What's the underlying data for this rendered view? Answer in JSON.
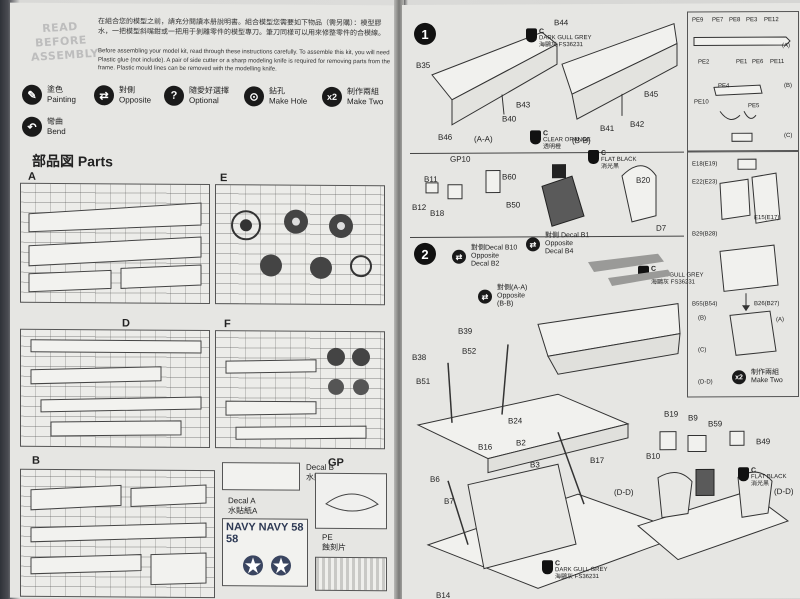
{
  "left": {
    "read_before": [
      "READ",
      "BEFORE",
      "ASSEMBLY"
    ],
    "intro_cn": "在組合您的模型之前，請充分閱讀本册說明書。組合模型您需要如下物品（需另購）：模型膠水，一把模型斜嘴鉗或一把用于剝離零件的模型專刀。筆刀同樣可以用來修整零件的合模線。",
    "intro_en": "Before assembling your model kit, read through these instructions carefully. To assemble this kit, you will need Plastic glue (not include). A pair of side cutter or a sharp modeling knife is required for removing parts from the frame. Plastic mould lines can be removed with the modelling knife.",
    "legend": [
      {
        "name": "painting",
        "glyph": "✎",
        "cn": "塗色",
        "en": "Painting"
      },
      {
        "name": "opposite",
        "glyph": "⇄",
        "cn": "對側",
        "en": "Opposite"
      },
      {
        "name": "optional",
        "glyph": "?",
        "cn": "隨愛好選擇",
        "en": "Optional"
      },
      {
        "name": "make-hole",
        "glyph": "⊙",
        "cn": "鉆孔",
        "en": "Make Hole"
      },
      {
        "name": "make-two",
        "glyph": "x2",
        "cn": "制作兩組",
        "en": "Make Two"
      },
      {
        "name": "bend",
        "glyph": "↶",
        "cn": "彎曲",
        "en": "Bend"
      }
    ],
    "parts_title": "部品図 Parts",
    "sprues": {
      "a": "A",
      "e": "E",
      "d": "D",
      "f": "F",
      "b": "B",
      "gp": "GP"
    },
    "decal_b": {
      "en": "Decal B",
      "cn": "水貼紙B"
    },
    "decal_a": {
      "en": "Decal A",
      "cn": "水貼紙A"
    },
    "decal_a_text": "NAVY NAVY 5858",
    "pe": {
      "en": "PE",
      "cn": "蝕刻片"
    }
  },
  "right": {
    "step1": "1",
    "step2": "2",
    "paints": {
      "gull1": {
        "code": "C",
        "en": "DARK GULL GREY",
        "fs": "FS36231",
        "cn": "海鷗灰 FS36231"
      },
      "orange": {
        "code": "C",
        "en": "CLEAR ORANGE",
        "cn": "透明橙"
      },
      "black1": {
        "code": "C",
        "en": "FLAT BLACK",
        "cn": "消光黑"
      },
      "gull2": {
        "code": "C",
        "en": "DARK GULL GREY",
        "fs": "FS36231",
        "cn": "海鷗灰 FS36231"
      },
      "black2": {
        "code": "C",
        "en": "FLAT BLACK",
        "cn": "消光黑"
      },
      "gull3": {
        "code": "C",
        "en": "DARK GULL GREY",
        "fs": "FS36231",
        "cn": "海鷗灰 FS36231"
      }
    },
    "step1_labels": {
      "b44": "B44",
      "b35": "B35",
      "b43": "B43",
      "b40": "B40",
      "b45": "B45",
      "b42": "B42",
      "b41": "B41",
      "b46": "B46",
      "aa": "(A-A)",
      "bb": "(B-B)"
    },
    "pe_labels": {
      "pe9": "PE9",
      "pe7": "PE7",
      "pe8": "PE8",
      "pe3": "PE3",
      "pe12": "PE12",
      "a": "(A)",
      "pe2": "PE2",
      "pe1": "PE1",
      "pe6": "PE6",
      "pe11": "PE11",
      "pe4": "PE4",
      "b": "(B)",
      "pe10": "PE10",
      "pe5": "PE5",
      "c": "(C)"
    },
    "seat_labels": {
      "gp10": "GP10",
      "b11": "B11",
      "b12": "B12",
      "b18": "B18",
      "b60": "B60",
      "b50": "B50",
      "b20": "B20",
      "d7": "D7"
    },
    "seat_assy": {
      "e18": "E18(E19)",
      "e22": "E22(E23)",
      "e15": "E15(E17)",
      "b29": "B29(B28)",
      "b55": "B55(B54)",
      "b26": "B26(B27)",
      "b": "(B)",
      "a": "(A)",
      "c": "(C)",
      "dd": "(D-D)",
      "make_two_cn": "制作兩組",
      "make_two_en": "Make Two"
    },
    "step2_labels": {
      "opp_decal_b10": "對側Decal B10",
      "opposite1": "Opposite",
      "decal_b2": "Decal B2",
      "opp_decal_b1": "對側 Decal B1",
      "opposite2": "Opposite",
      "decal_b4": "Decal B4",
      "opp_aa": "對側(A-A)",
      "opposite3": "Opposite",
      "bb": "(B-B)",
      "b39": "B39",
      "b52": "B52",
      "b38": "B38",
      "b51": "B51",
      "b24": "B24",
      "b16": "B16",
      "b2": "B2",
      "b3": "B3",
      "b17": "B17",
      "b6": "B6",
      "b7": "B7",
      "b14": "B14",
      "b19": "B19",
      "b9": "B9",
      "b59": "B59",
      "b10": "B10",
      "b49": "B49",
      "dd1": "(D-D)",
      "dd2": "(D-D)"
    }
  }
}
